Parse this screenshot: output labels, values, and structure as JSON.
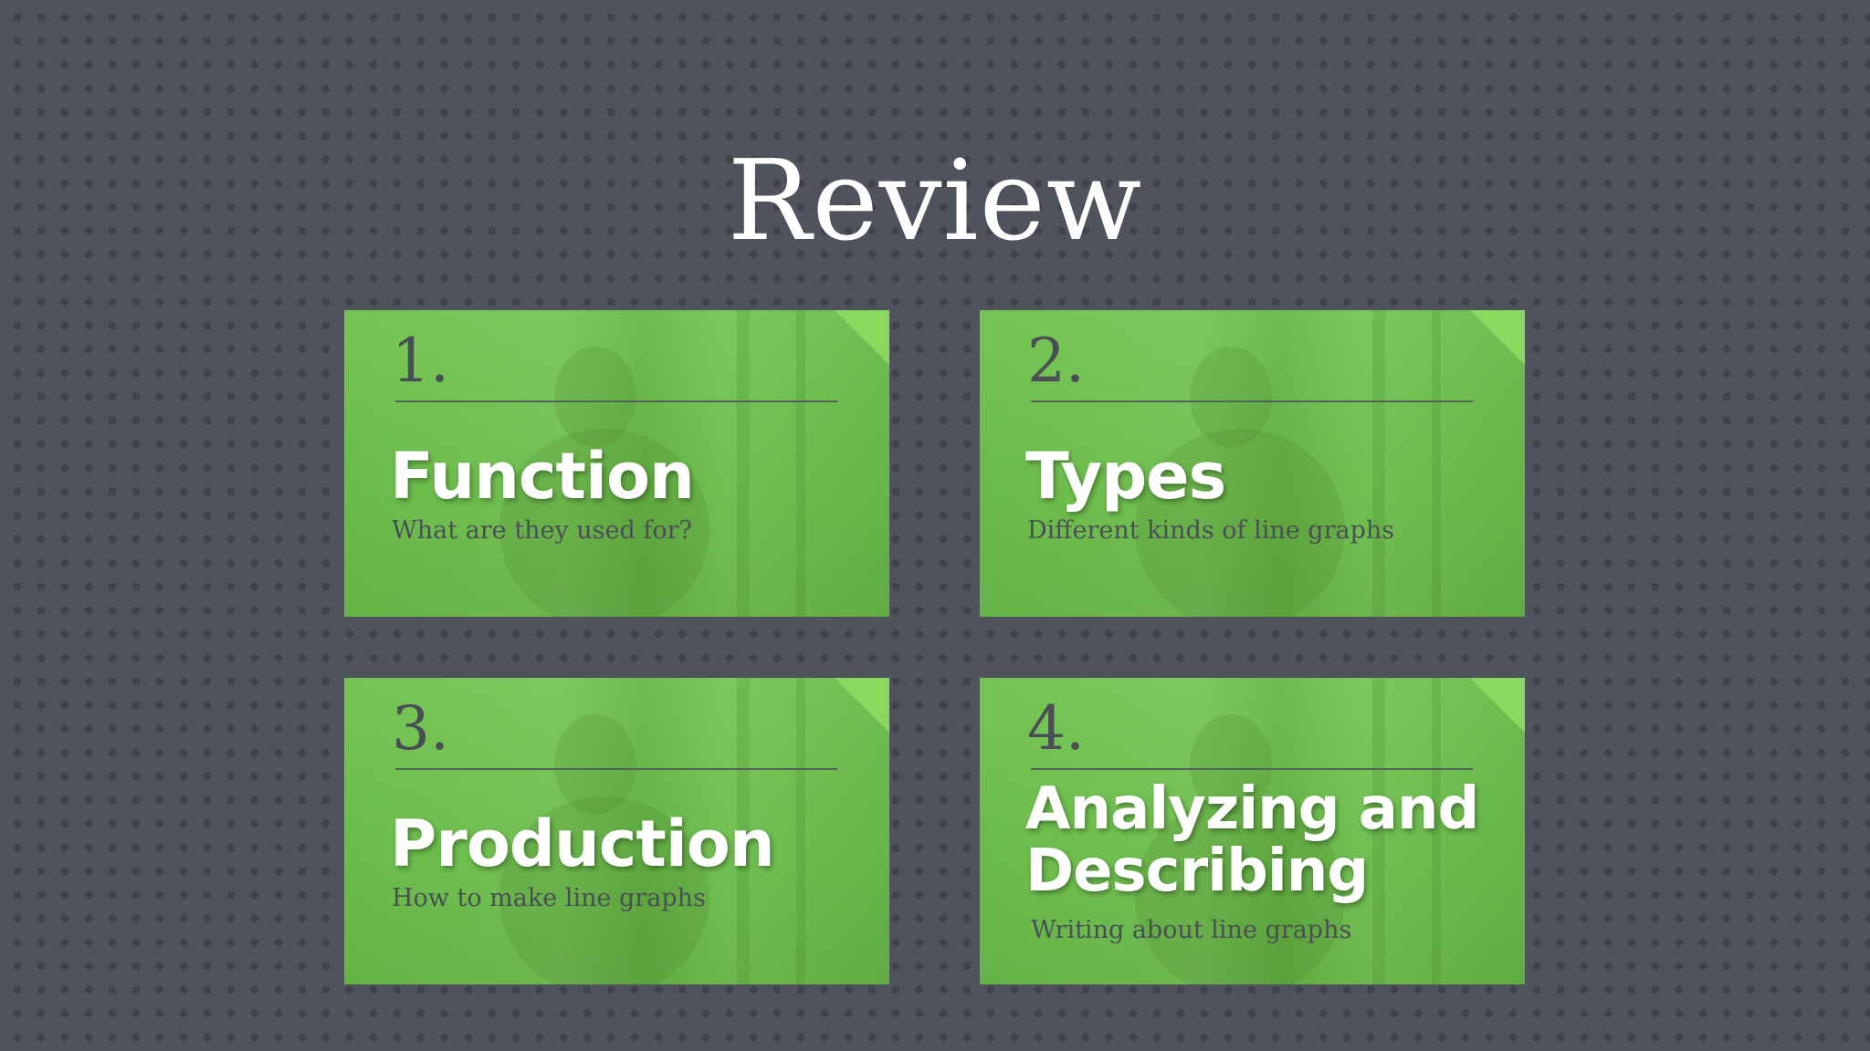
{
  "title": "Review",
  "cards": [
    {
      "number": "1.",
      "heading": "Function",
      "subtitle": "What are they used for?"
    },
    {
      "number": "2.",
      "heading": "Types",
      "subtitle": "Different kinds of line graphs"
    },
    {
      "number": "3.",
      "heading": "Production",
      "subtitle": "How to make line graphs"
    },
    {
      "number": "4.",
      "heading_line1": "Analyzing and",
      "heading_line2": "Describing",
      "subtitle": "Writing about line graphs"
    }
  ],
  "colors": {
    "background": "#4f535c",
    "card_green": "#6cc24a",
    "title": "#ffffff",
    "number_text": "#4a4f55"
  }
}
